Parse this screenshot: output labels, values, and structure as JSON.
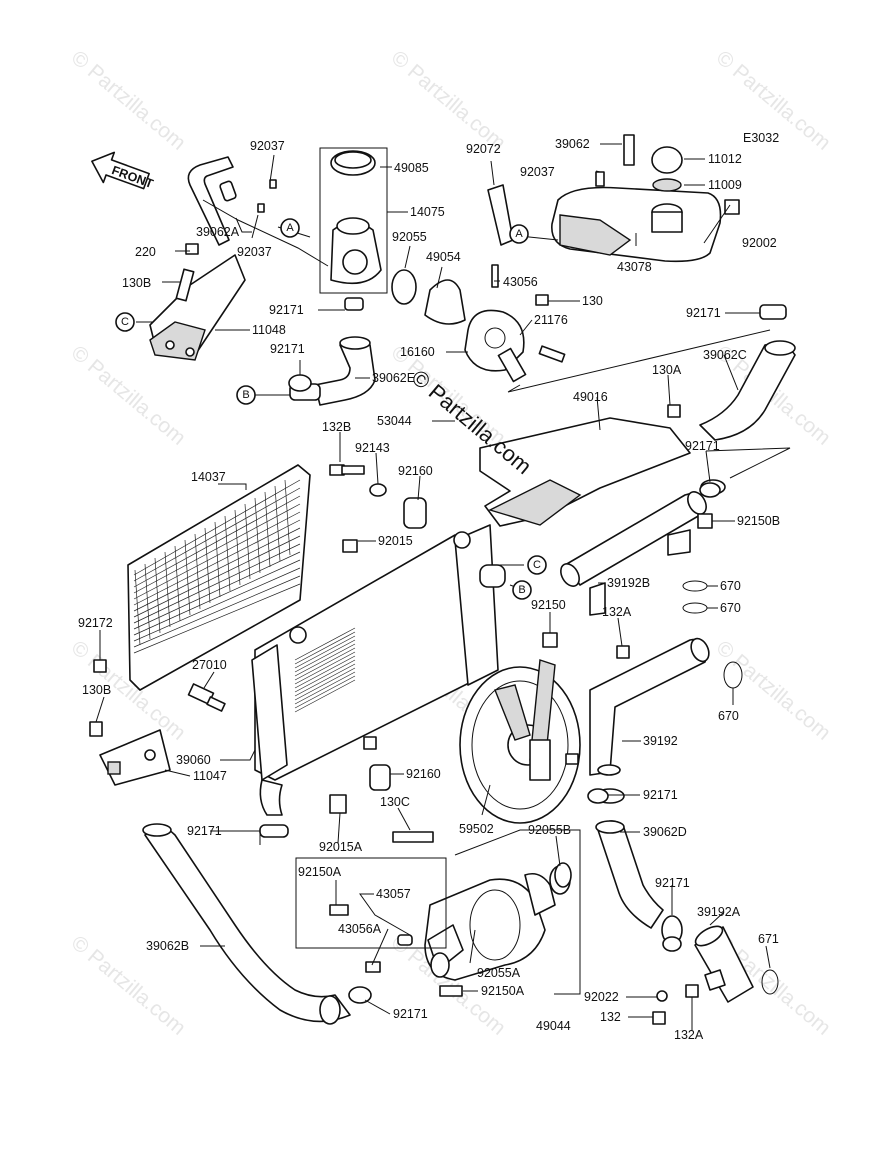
{
  "diagram_code": "E3032",
  "front_label": "FRONT",
  "watermark": "© Partzilla.com",
  "center_watermark": "© Partzilla.com",
  "callouts": [
    "A",
    "A",
    "B",
    "B",
    "C",
    "C"
  ],
  "part_labels": [
    "92037",
    "49085",
    "14075",
    "39062A",
    "92037",
    "220",
    "130B",
    "11048",
    "92072",
    "92055",
    "49054",
    "92171",
    "92171",
    "39062E",
    "16160",
    "39062",
    "92037",
    "11012",
    "11009",
    "92002",
    "43078",
    "43056",
    "130",
    "21176",
    "92171",
    "39062C",
    "130A",
    "49016",
    "53044",
    "132B",
    "92143",
    "92160",
    "14037",
    "92015",
    "92171",
    "92150B",
    "39192B",
    "670",
    "670",
    "92150",
    "132A",
    "92172",
    "27010",
    "130B",
    "39060",
    "11047",
    "670",
    "39192",
    "92160",
    "92171",
    "130C",
    "92055B",
    "39062D",
    "59502",
    "92015A",
    "92171",
    "92150A",
    "43057",
    "43056A",
    "92055A",
    "92150A",
    "92171",
    "39192A",
    "671",
    "39062B",
    "92171",
    "49044",
    "92022",
    "132",
    "132A"
  ]
}
